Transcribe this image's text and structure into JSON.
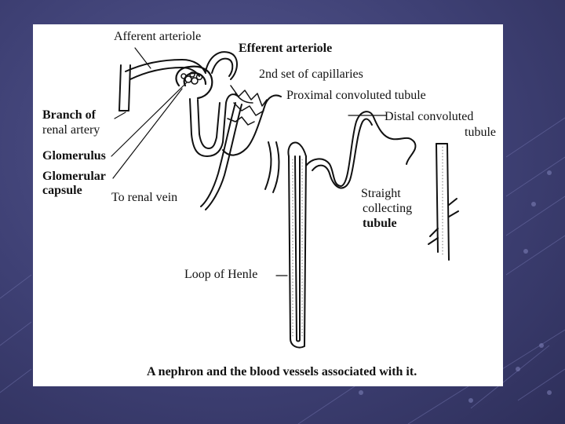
{
  "labels": {
    "afferent_arteriole": "Afferent arteriole",
    "efferent_arteriole": "Efferent arteriole",
    "second_capillaries": "2nd set of capillaries",
    "proximal_tubule": "Proximal convoluted tubule",
    "branch_of": "Branch of",
    "renal_artery": "renal artery",
    "distal_1": "Distal convoluted",
    "distal_2": "tubule",
    "glomerulus": "Glomerulus",
    "glomerular": "Glomerular",
    "capsule": "capsule",
    "renal_vein": "To renal vein",
    "straight": "Straight",
    "collecting": "collecting",
    "tubule": "tubule",
    "loop": "Loop of Henle",
    "caption": "A nephron and the blood vessels associated with it."
  },
  "colors": {
    "background": "#3e4074",
    "panel": "#ffffff",
    "ink": "#111111"
  }
}
